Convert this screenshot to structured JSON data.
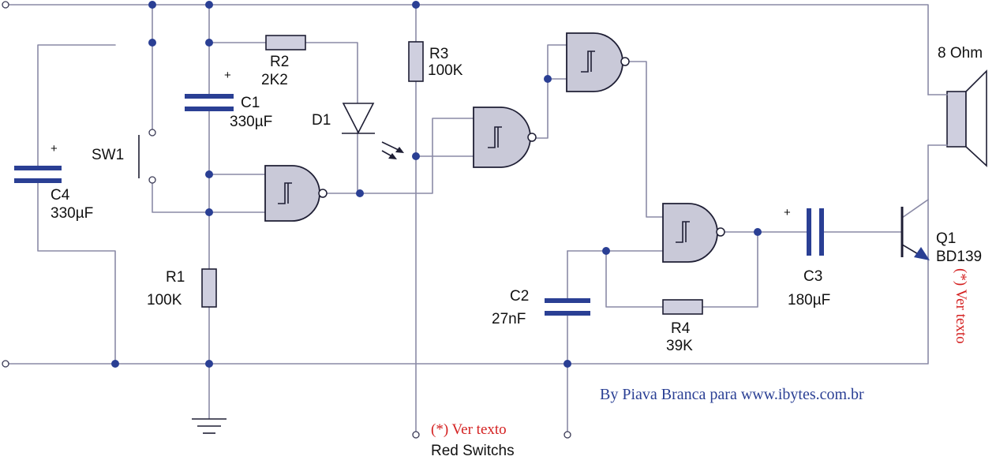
{
  "components": {
    "r1": {
      "ref": "R1",
      "value": "100K"
    },
    "r2": {
      "ref": "R2",
      "value": "2K2"
    },
    "r3": {
      "ref": "R3",
      "value": "100K"
    },
    "r4": {
      "ref": "R4",
      "value": "39K"
    },
    "c1": {
      "ref": "C1",
      "value": "330µF",
      "polarity": "+"
    },
    "c2": {
      "ref": "C2",
      "value": "27nF"
    },
    "c3": {
      "ref": "C3",
      "value": "180µF",
      "polarity": "+"
    },
    "c4": {
      "ref": "C4",
      "value": "330µF",
      "polarity": "+"
    },
    "d1": {
      "ref": "D1"
    },
    "sw1": {
      "ref": "SW1"
    },
    "q1": {
      "ref": "Q1",
      "value": "BD139",
      "note": "(*) Ver texto"
    },
    "speaker": {
      "value": "8 Ohm"
    }
  },
  "notes": {
    "red_switchs_note": "(*) Ver texto",
    "red_switchs_label": "Red Switchs"
  },
  "credit": "By Piava Branca para www.ibytes.com.br",
  "colors": {
    "wire": "#8a8aa6",
    "capacitor_plate": "#2a3f94",
    "junction": "#2a3f94",
    "gate_fill": "#c9c9d8",
    "note": "#d42020",
    "credit": "#2a3f94"
  },
  "icons": {
    "gate": "schmitt-nand-gate-icon",
    "ground": "ground-icon",
    "speaker": "speaker-icon",
    "led": "photodiode-icon",
    "transistor": "npn-transistor-icon"
  }
}
